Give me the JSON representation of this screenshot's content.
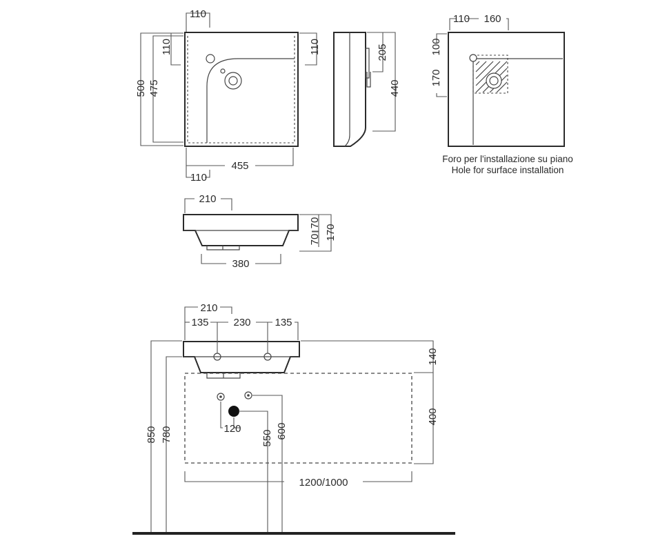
{
  "top_view": {
    "dim_top": "110",
    "dim_left_outer": "500",
    "dim_left_inner": "475",
    "dim_left_top": "110",
    "dim_right_top": "110",
    "dim_bottom_width": "455",
    "dim_bottom_offset": "110"
  },
  "side_view": {
    "dim_upper": "205",
    "dim_height": "440"
  },
  "surface_view": {
    "dim_top_left": "110",
    "dim_top_right": "160",
    "dim_left_top": "100",
    "dim_left_mid": "170",
    "caption_it": "Foro per l'installazione su piano",
    "caption_en": "Hole for surface installation"
  },
  "front_view": {
    "dim_top": "210",
    "dim_bottom": "380",
    "dim_right_a": "70",
    "dim_right_b": "70",
    "dim_right_total": "170"
  },
  "installation_view": {
    "dim_top": "210",
    "dim_left": "135",
    "dim_mid": "230",
    "dim_right": "135",
    "dim_right_upper": "140",
    "dim_right_lower": "400",
    "dim_outer_left": "850",
    "dim_inner_left": "780",
    "dim_pipe_spacing": "120",
    "dim_pipe_a": "550",
    "dim_pipe_b": "600",
    "dim_width": "1200/1000"
  }
}
